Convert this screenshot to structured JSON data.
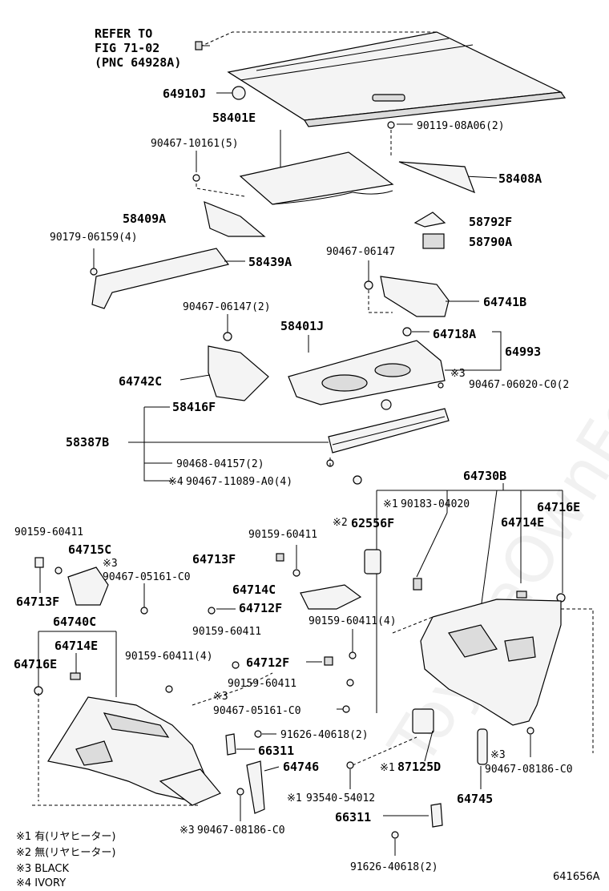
{
  "refer": {
    "line1": "REFER TO",
    "line2": "FIG 71-02",
    "line3": "(PNC 64928A)"
  },
  "watermark": "ToyotaOwnForum.ru",
  "parts": {
    "p64910J": "64910J",
    "p58401E": "58401E",
    "p90119": "90119-08A06(2)",
    "p90467_10161": "90467-10161(5)",
    "p58408A": "58408A",
    "p58409A": "58409A",
    "p58792F": "58792F",
    "p90179": "90179-06159(4)",
    "p58790A": "58790A",
    "p90467_06147_r": "90467-06147",
    "p58439A": "58439A",
    "p64741B": "64741B",
    "p90467_06147_2": "90467-06147(2)",
    "p58401J": "58401J",
    "p64718A": "64718A",
    "p64993": "64993",
    "p64742C": "64742C",
    "p90467_06020": "90467-06020-C0(2",
    "p58416F": "58416F",
    "p58387B": "58387B",
    "p90468": "90468-04157(2)",
    "p90467_11089": "90467-11089-A0(4)",
    "p64730B": "64730B",
    "p90183": "90183-04020",
    "p64716E_r": "64716E",
    "p62556F": "62556F",
    "p64714E_r": "64714E",
    "p90159_60411_a": "90159-60411",
    "p90159_60411_b": "90159-60411",
    "p64715C": "64715C",
    "p64713F_a": "64713F",
    "p90467_05161_a": "90467-05161-C0",
    "p64713F_b": "64713F",
    "p64714C": "64714C",
    "p64740C": "64740C",
    "p64712F_a": "64712F",
    "p90159_60411_c": "90159-60411",
    "p90159_60411_4b": "90159-60411(4)",
    "p64714E_l": "64714E",
    "p90159_60411_4a": "90159-60411(4)",
    "p64712F_b": "64712F",
    "p64716E_l": "64716E",
    "p90159_60411_d": "90159-60411",
    "p90467_05161_b": "90467-05161-C0",
    "p91626_a": "91626-40618(2)",
    "p66311_a": "66311",
    "p64746": "64746",
    "p87125D": "87125D",
    "p90467_08186_a": "90467-08186-C0",
    "p93540": "93540-54012",
    "p64745": "64745",
    "p66311_b": "66311",
    "p90467_08186_b": "90467-08186-C0",
    "p91626_b": "91626-40618(2)"
  },
  "marks": {
    "m1": "※1",
    "m2": "※2",
    "m3": "※3",
    "m4": "※4"
  },
  "legend": {
    "l1": "※1 有(リヤヒーター)",
    "l2": "※2 無(リヤヒーター)",
    "l3": "※3 BLACK",
    "l4": "※4 IVORY"
  },
  "diagram_id": "641656A"
}
